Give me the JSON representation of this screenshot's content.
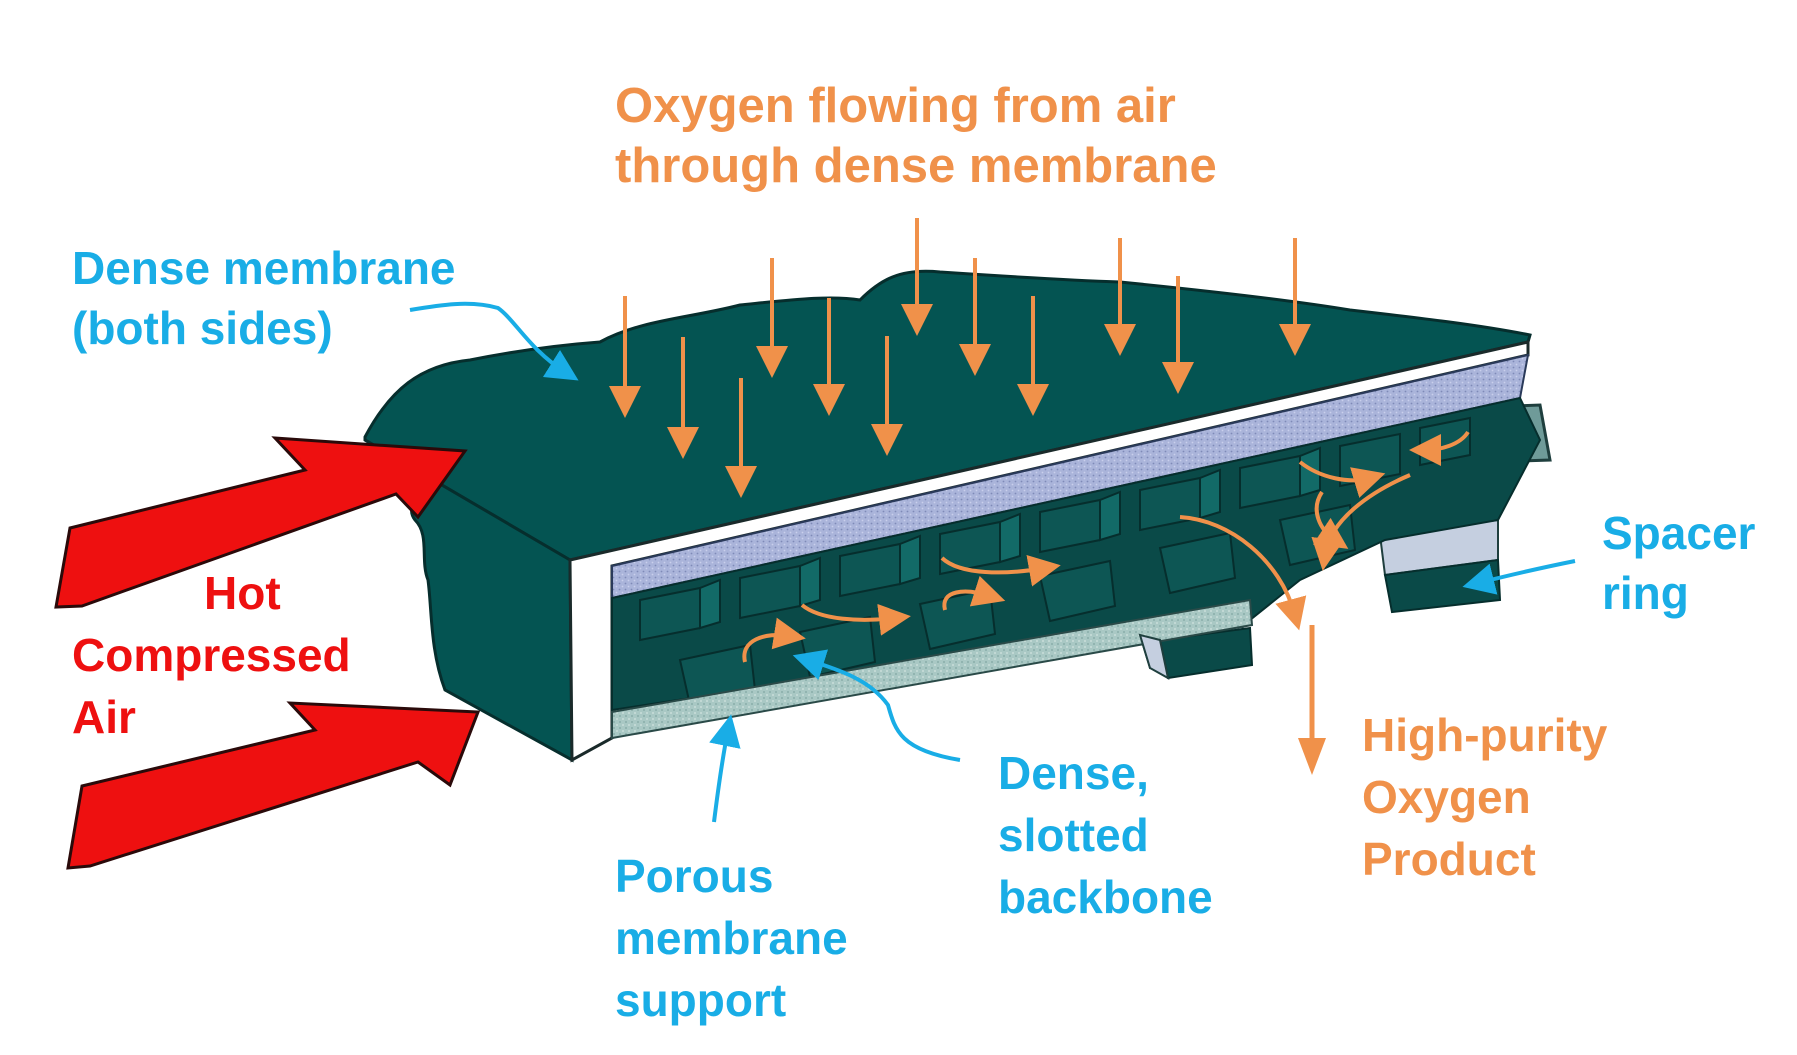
{
  "labels": {
    "oxygen_flow": [
      "Oxygen flowing from air",
      "through dense membrane"
    ],
    "dense_membrane": [
      "Dense membrane",
      "(both sides)"
    ],
    "hot_air": [
      "Hot",
      "Compressed",
      "Air"
    ],
    "spacer": [
      "Spacer",
      "ring"
    ],
    "product": [
      "High-purity",
      "Oxygen",
      "Product"
    ],
    "backbone": [
      "Dense,",
      "slotted",
      "backbone"
    ],
    "porous": [
      "Porous",
      "membrane",
      "support"
    ]
  },
  "colors": {
    "membrane": "#045452",
    "membrane_edge": "#062e2d",
    "porous_layer": "#a9b3d8",
    "backbone": "#0a4a48",
    "oxygen_arrow": "#f0914a",
    "callout": "#19ade6",
    "hot_air": "#ee1010",
    "face": "#ffffff"
  }
}
